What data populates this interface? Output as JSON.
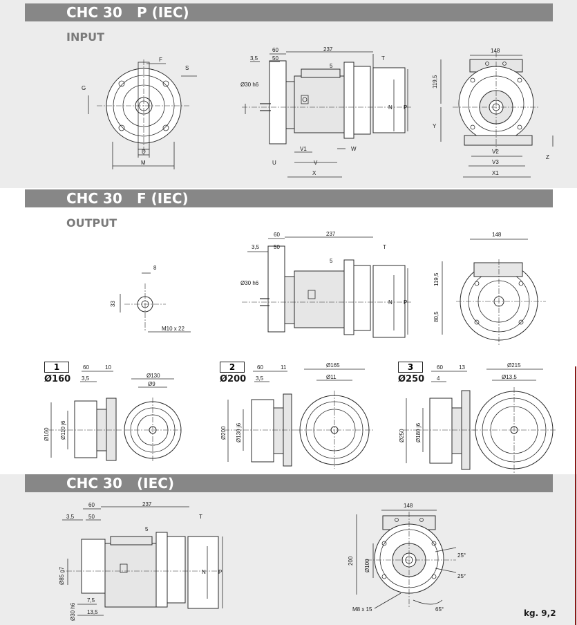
{
  "sections": [
    {
      "model": "CHC 30",
      "variant": "P (IEC)",
      "subtitle": "INPUT"
    },
    {
      "model": "CHC 30",
      "variant": "F (IEC)",
      "subtitle": "OUTPUT"
    },
    {
      "model": "CHC 30",
      "variant": "(IEC)",
      "subtitle": ""
    }
  ],
  "input_views": {
    "front_labels": [
      "F",
      "S",
      "G",
      "D",
      "M"
    ],
    "side_labels": [
      "3,5",
      "60",
      "50",
      "237",
      "T",
      "Ø30 h6",
      "5",
      "N",
      "P",
      "U",
      "V1",
      "V",
      "W",
      "X"
    ],
    "end_labels": [
      "148",
      "119,5",
      "Y",
      "V2",
      "V3",
      "X1",
      "Z"
    ]
  },
  "output_views": {
    "shaft_labels": [
      "8",
      "33",
      "M10 x 22"
    ],
    "side_labels": [
      "60",
      "237",
      "3,5",
      "50",
      "T",
      "Ø30 h6",
      "5",
      "N",
      "P"
    ],
    "end_labels": [
      "148",
      "119,5",
      "80,5"
    ]
  },
  "flanges": [
    {
      "num": "1",
      "dia": "Ø160",
      "dims": [
        "60",
        "10",
        "3,5",
        "Ø160",
        "Ø110 j6"
      ],
      "pcd": "Ø130",
      "hole": "Ø9"
    },
    {
      "num": "2",
      "dia": "Ø200",
      "dims": [
        "60",
        "11",
        "3,5",
        "Ø200",
        "Ø130 j6"
      ],
      "pcd": "Ø165",
      "hole": "Ø11"
    },
    {
      "num": "3",
      "dia": "Ø250",
      "dims": [
        "60",
        "13",
        "4",
        "Ø250",
        "Ø180 j6"
      ],
      "pcd": "Ø215",
      "hole": "Ø13.5"
    }
  ],
  "iec_views": {
    "side_labels": [
      "60",
      "237",
      "3,5",
      "50",
      "T",
      "5",
      "N",
      "P",
      "Ø85 g7",
      "Ø30 h6",
      "7,5",
      "13,5"
    ],
    "end_labels": [
      "148",
      "200",
      "Ø100",
      "25°",
      "25°",
      "65°",
      "M8 x 15"
    ]
  },
  "weight": "kg. 9,2",
  "colors": {
    "header_bg": "#878787",
    "band_bg": "#ececec",
    "subtitle": "#7a7a7a",
    "accent_line": "#8b1a1a"
  }
}
